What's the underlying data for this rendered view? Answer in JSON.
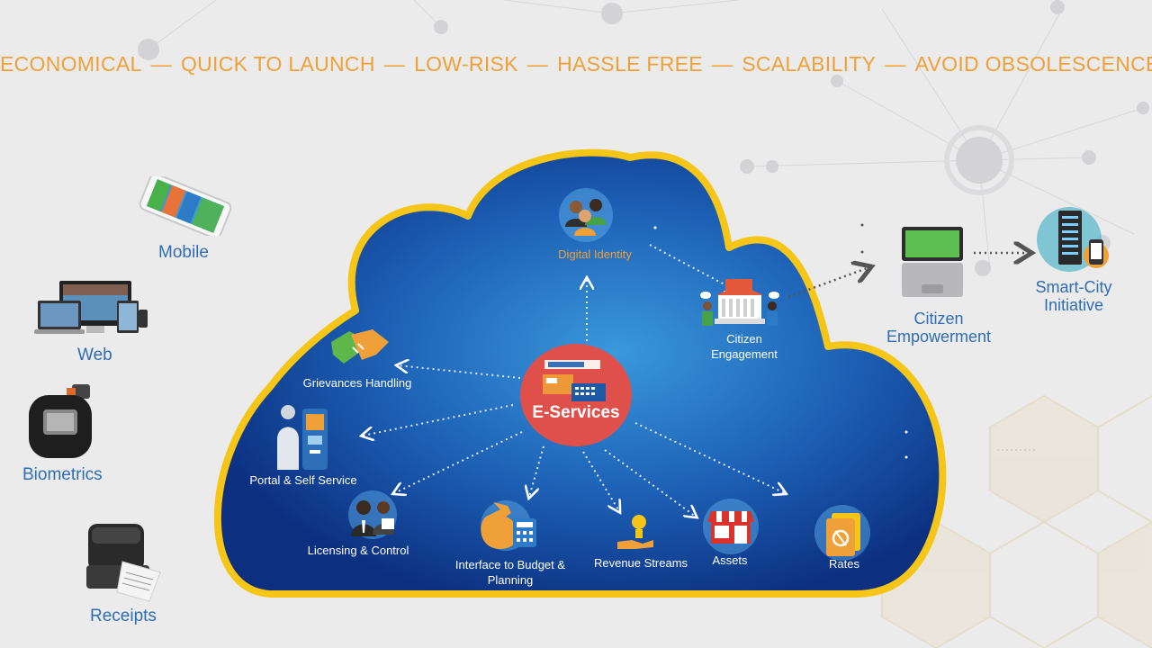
{
  "colors": {
    "background": "#ebebeb",
    "accent_orange": "#f0a038",
    "cloud_outline": "#f5c518",
    "cloud_blue_light": "#2f86d0",
    "cloud_blue_dark": "#0d3a8a",
    "center_red": "#e0504a",
    "label_blue": "#2f6db5"
  },
  "tagline": [
    "ECONOMICAL",
    "QUICK TO LAUNCH",
    "LOW-RISK",
    "HASSLE FREE",
    "SCALABILITY",
    "AVOID OBSOLESCENCE"
  ],
  "tagline_separator": "—",
  "channels": [
    {
      "label": "Mobile",
      "icon": "mobile-phone-icon"
    },
    {
      "label": "Web",
      "icon": "web-devices-icon"
    },
    {
      "label": "Biometrics",
      "icon": "biometric-scanner-icon"
    },
    {
      "label": "Receipts",
      "icon": "receipt-printer-icon"
    }
  ],
  "center": {
    "label": "E-Services",
    "icon": "e-services-icon"
  },
  "services": {
    "digital_identity": {
      "label": "Digital Identity",
      "icon": "people-icon"
    },
    "citizen_engagement": {
      "label_line1": "Citizen",
      "label_line2": "Engagement",
      "icon": "city-hall-icon"
    },
    "grievances": {
      "label": "Grievances Handling",
      "icon": "handshake-icon"
    },
    "portal": {
      "label": "Portal & Self Service",
      "icon": "kiosk-icon"
    },
    "licensing": {
      "label": "Licensing & Control",
      "icon": "officials-icon"
    },
    "budget": {
      "label_line1": "Interface to Budget &",
      "label_line2": "Planning",
      "icon": "money-bag-calculator-icon"
    },
    "revenue": {
      "label": "Revenue Streams",
      "icon": "coin-hand-icon"
    },
    "assets": {
      "label": "Assets",
      "icon": "storefront-icon"
    },
    "rates": {
      "label": "Rates",
      "icon": "rates-document-icon"
    }
  },
  "empowerment": {
    "label_line1": "Citizen",
    "label_line2": "Empowerment",
    "icon": "laptop-icon"
  },
  "smart_city": {
    "label_line1": "Smart-City",
    "label_line2": "Initiative",
    "icon": "server-phone-icon"
  }
}
